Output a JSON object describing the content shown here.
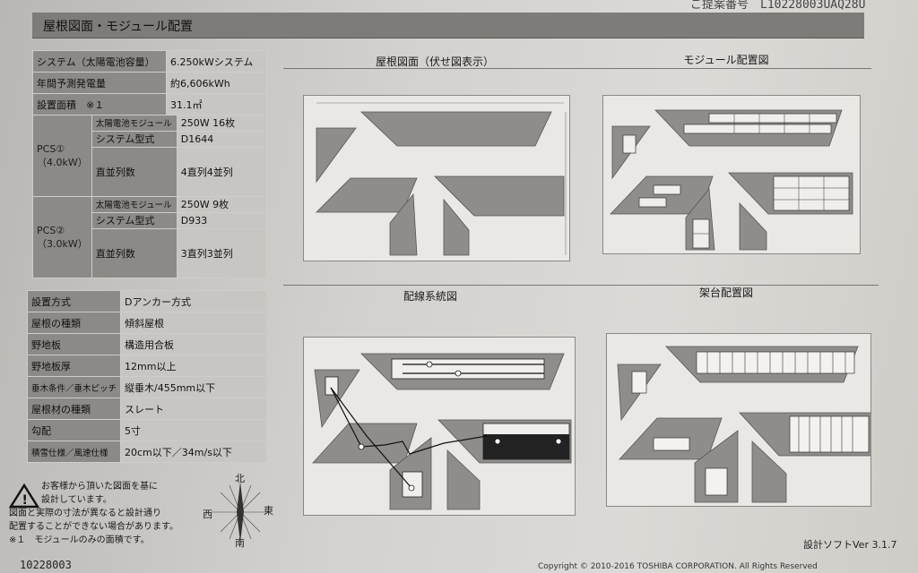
{
  "header": {
    "doc_number": "ご提案番号　L10228003UAQ28U",
    "title": "屋根図面・モジュール配置"
  },
  "spec": {
    "system_label": "システム（太陽電池容量）",
    "system_value": "6.250kWシステム",
    "annual_label": "年間予測発電量",
    "annual_value": "約6,606kWh",
    "area_label": "設置面積　※１",
    "area_value": "31.1㎡",
    "pcs1_label": "PCS①\n（4.0kW）",
    "pcs1_module_label": "太陽電池モジュール",
    "pcs1_module_value": "250W 16枚",
    "pcs1_model_label": "システム型式",
    "pcs1_model_value": "D1644",
    "pcs1_series_label": "直並列数",
    "pcs1_series_value": "4直列4並列",
    "pcs2_label": "PCS②\n（3.0kW）",
    "pcs2_module_label": "太陽電池モジュール",
    "pcs2_module_value": "250W 9枚",
    "pcs2_model_label": "システム型式",
    "pcs2_model_value": "D933",
    "pcs2_series_label": "直並列数",
    "pcs2_series_value": "3直列3並列"
  },
  "roof": [
    {
      "label": "設置方式",
      "value": "Dアンカー方式"
    },
    {
      "label": "屋根の種類",
      "value": "傾斜屋根"
    },
    {
      "label": "野地板",
      "value": "構造用合板"
    },
    {
      "label": "野地板厚",
      "value": "12mm以上"
    },
    {
      "label": "垂木条件／垂木ピッチ",
      "value": "縦垂木/455mm以下"
    },
    {
      "label": "屋根材の種類",
      "value": "スレート"
    },
    {
      "label": "勾配",
      "value": "5寸"
    },
    {
      "label": "積雪仕様／風速仕様",
      "value": "20cm以下／34m/s以下"
    }
  ],
  "panels": {
    "roof_plan_title": "屋根図面（伏せ図表示）",
    "module_layout_title": "モジュール配置図",
    "wiring_title": "配線系統図",
    "mount_title": "架台配置図"
  },
  "notes": {
    "line1": "お客様から頂いた図面を基に",
    "line2": "設計しています。",
    "line3": "図面と実際の寸法が異なると設計通り",
    "line4": "配置することができない場合があります。",
    "line5": "※１　モジュールのみの面積です。"
  },
  "compass": {
    "north": "北",
    "south": "南",
    "east": "東",
    "west": "西"
  },
  "footer": {
    "software": "設計ソフトVer 3.1.7",
    "doc_id": "10228003",
    "copyright": "Copyright © 2010-2016 TOSHIBA CORPORATION. All Rights Reserved"
  },
  "colors": {
    "header_bg": "#7e7b78",
    "label_bg": "#8c8986",
    "value_bg": "#c8c6c2",
    "roof_fill": "#8f8d8b",
    "module_fill": "#e9e8e5"
  }
}
